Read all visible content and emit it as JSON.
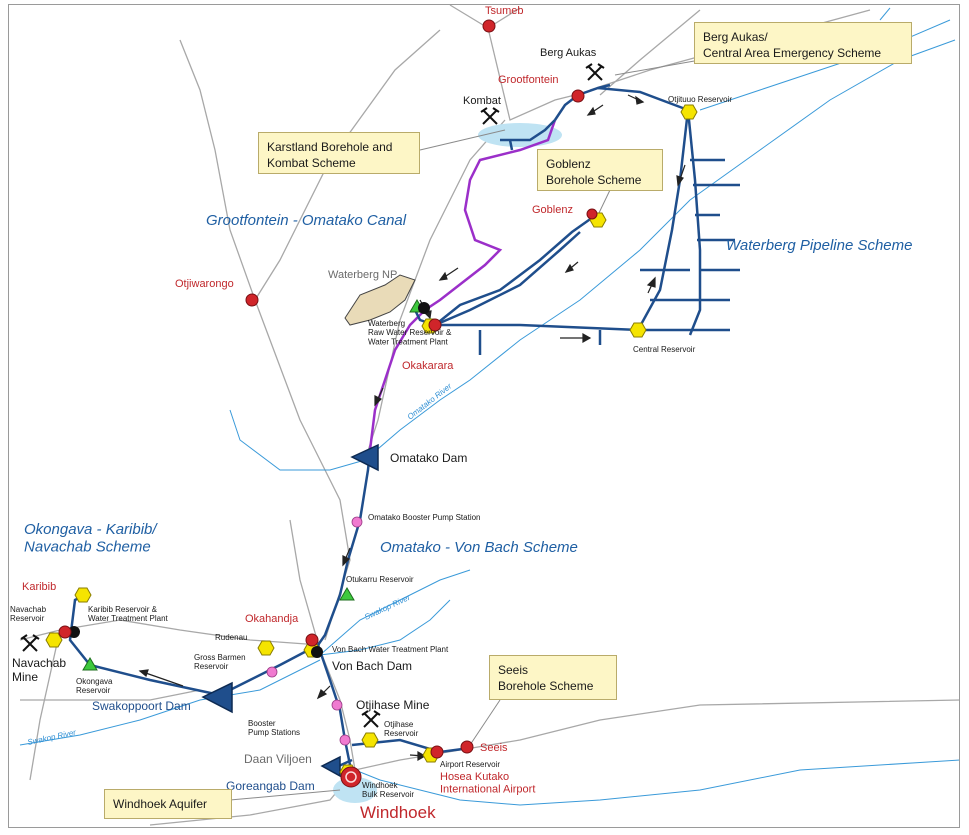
{
  "towns": {
    "tsumeb": "Tsumeb",
    "grootfontein": "Grootfontein",
    "goblenz": "Goblenz",
    "otjiwarongo": "Otjiwarongo",
    "okakarara": "Okakarara",
    "okahandja": "Okahandja",
    "karibib": "Karibib",
    "seeis": "Seeis",
    "airport": "Hosea Kutako\nInternational Airport",
    "windhoek": "Windhoek"
  },
  "places": {
    "berg_aukas": "Berg Aukas",
    "kombat": "Kombat",
    "waterberg_np": "Waterberg NP",
    "waterberg_plant": "Waterberg\nRaw Water Reservoir &\nWater Treatment Plant",
    "otjituuo": "Otjituuo Reservoir",
    "central_reservoir": "Central Reservoir",
    "omatako_dam": "Omatako Dam",
    "omatako_booster": "Omatako Booster Pump Station",
    "otukarru": "Otukarru Reservoir",
    "von_bach_plant": "Von Bach Water Treatment Plant",
    "von_bach_dam": "Von Bach Dam",
    "rudenau": "Rudenau",
    "gross_barmen": "Gross Barmen\nReservoir",
    "swakoppoort_dam": "Swakoppoort Dam",
    "booster_stations": "Booster\nPump Stations",
    "otjihase_mine": "Otjihase Mine",
    "otjihase_reservoir": "Otjihase\nReservoir",
    "airport_reservoir": "Airport Reservoir",
    "daan_viljoen": "Daan Viljoen",
    "goreangab_dam": "Goreangab Dam",
    "windhoek_bulk": "Windhoek\nBulk Reservoir",
    "navachab_reservoir": "Navachab\nReservoir",
    "karibib_reservoir": "Karibib Reservoir &\nWater Treatment Plant",
    "navachab_mine": "Navachab\nMine",
    "okongava_reservoir": "Okongava\nReservoir"
  },
  "rivers": {
    "omatako": "Omatako River",
    "swakop_upper": "Swakop River",
    "swakop_lower": "Swakop River"
  },
  "schemes": {
    "canal": "Grootfontein - Omatako Canal",
    "waterberg": "Waterberg Pipeline Scheme",
    "omatako_vonbach": "Omatako - Von Bach Scheme",
    "okongava": "Okongava - Karibib/\nNavachab Scheme"
  },
  "callouts": {
    "berg_aukas": "Berg Aukas/\nCentral Area Emergency Scheme",
    "karstland": "Karstland Borehole and\nKombat Scheme",
    "goblenz": "Goblenz\nBorehole Scheme",
    "seeis": "Seeis\nBorehole Scheme",
    "windhoek_aquifer": "Windhoek Aquifer"
  },
  "colors": {
    "pipeline": "#1f4e8c",
    "canal": "#9b2fc9",
    "river": "#3a9ad9",
    "road": "#a8a8a8",
    "town": "#c0282c",
    "reservoir": "#f5e400",
    "pump_station": "#f07ad0",
    "callout_bg": "#fdf6c6"
  }
}
